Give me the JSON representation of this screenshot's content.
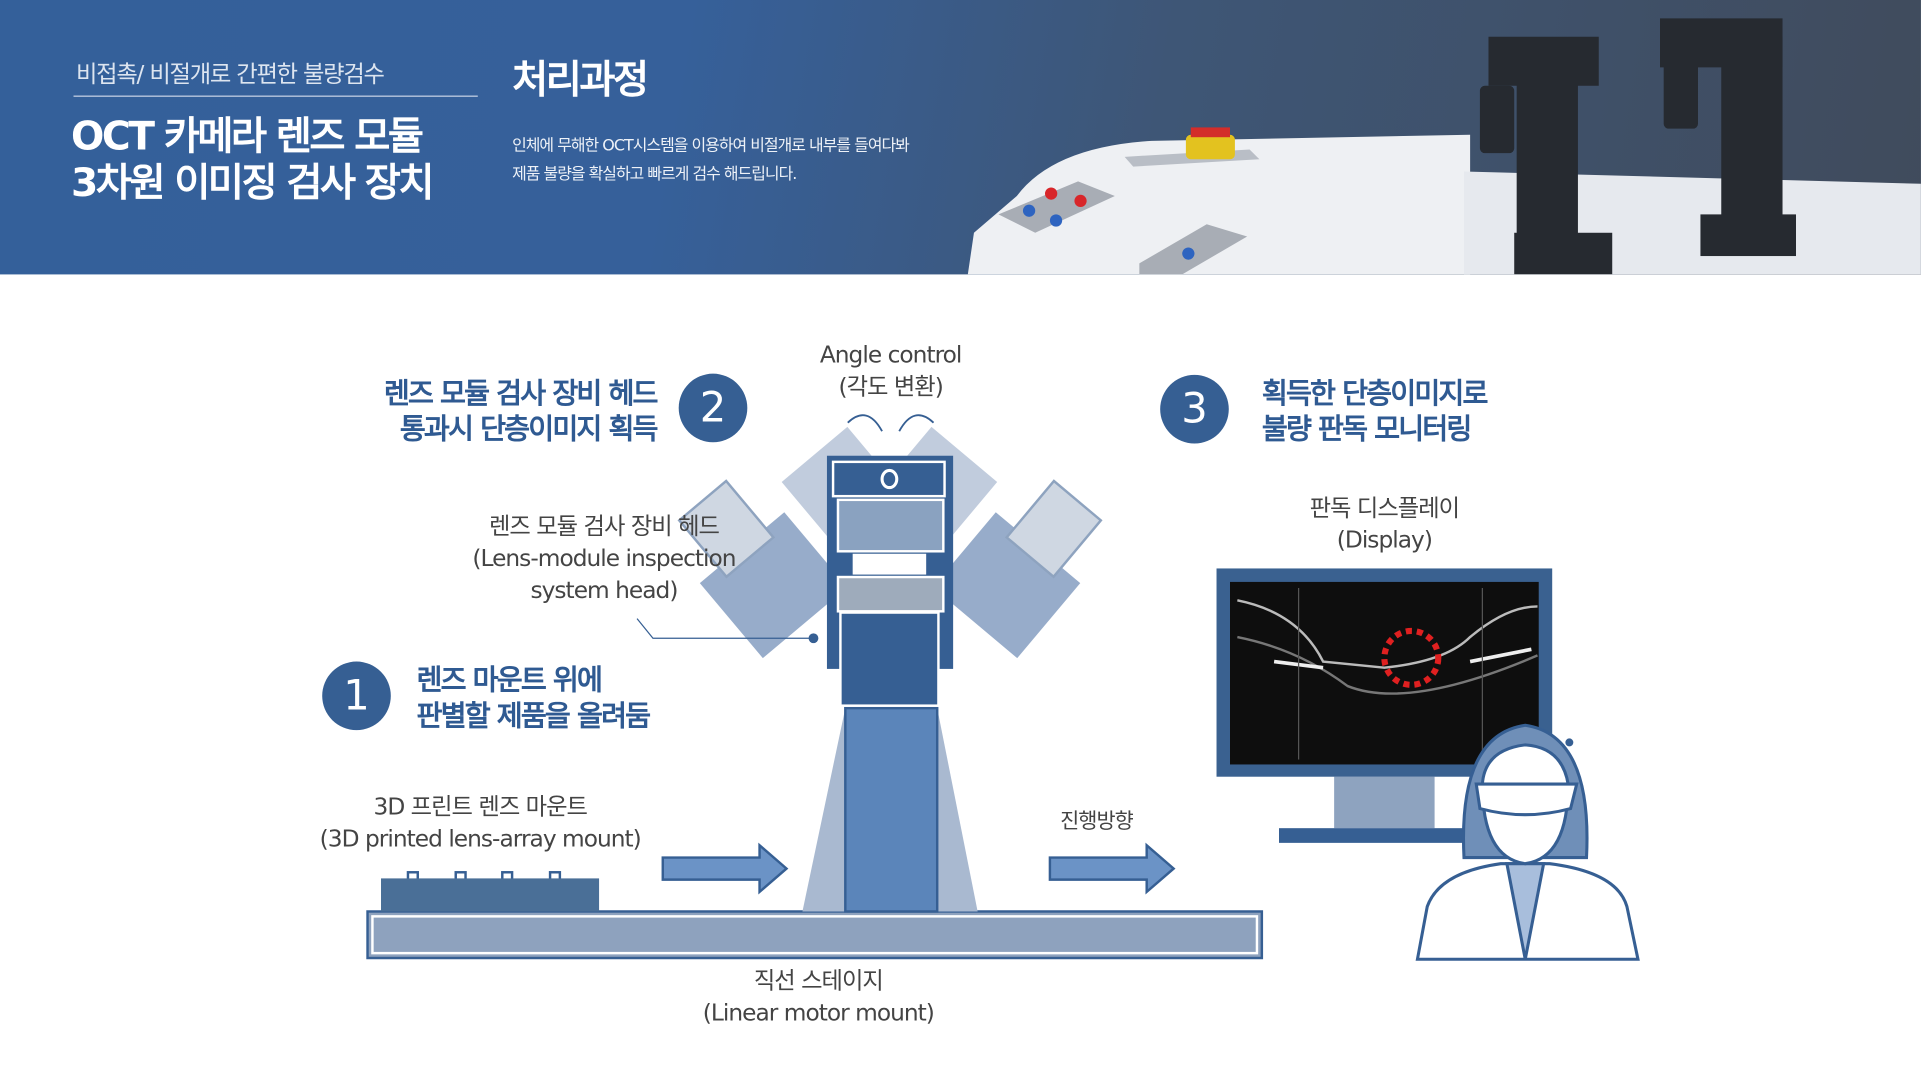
{
  "header": {
    "subtitle": "비접촉/ 비절개로 간편한 불량검수",
    "title_line1": "OCT 카메라 렌즈 모듈",
    "title_line2": "3차원 이미징 검사 장치",
    "section_title": "처리과정",
    "desc_line1": "인체에 무해한 OCT시스템을 이용하여 비절개로 내부를 들여다봐",
    "desc_line2": "제품 불량을 확실하고 빠르게 검수 해드립니다."
  },
  "steps": [
    {
      "number": "1",
      "line1": "렌즈 마운트 위에",
      "line2": "판별할 제품을 올려둠"
    },
    {
      "number": "2",
      "line1": "렌즈 모듈 검사 장비 헤드",
      "line2": "통과시 단층이미지 획득"
    },
    {
      "number": "3",
      "line1": "획득한 단층이미지로",
      "line2": "불량 판독 모니터링"
    }
  ],
  "labels": {
    "angle_en": "Angle control",
    "angle_ko": "(각도 변환)",
    "head_ko": "렌즈 모듈 검사 장비 헤드",
    "head_en1": "(Lens-module inspection",
    "head_en2": "system head)",
    "mount_ko": "3D 프린트 렌즈 마운트",
    "mount_en": "(3D printed lens-array mount)",
    "direction": "진행방향",
    "stage_ko": "직선 스테이지",
    "stage_en": "(Linear motor mount)",
    "display_ko": "판독 디스플레이",
    "display_en": "(Display)"
  },
  "colors": {
    "primary": "#365f93",
    "light": "#8ea3bf",
    "arrow": "#6b93c6",
    "defect": "#e02020"
  }
}
